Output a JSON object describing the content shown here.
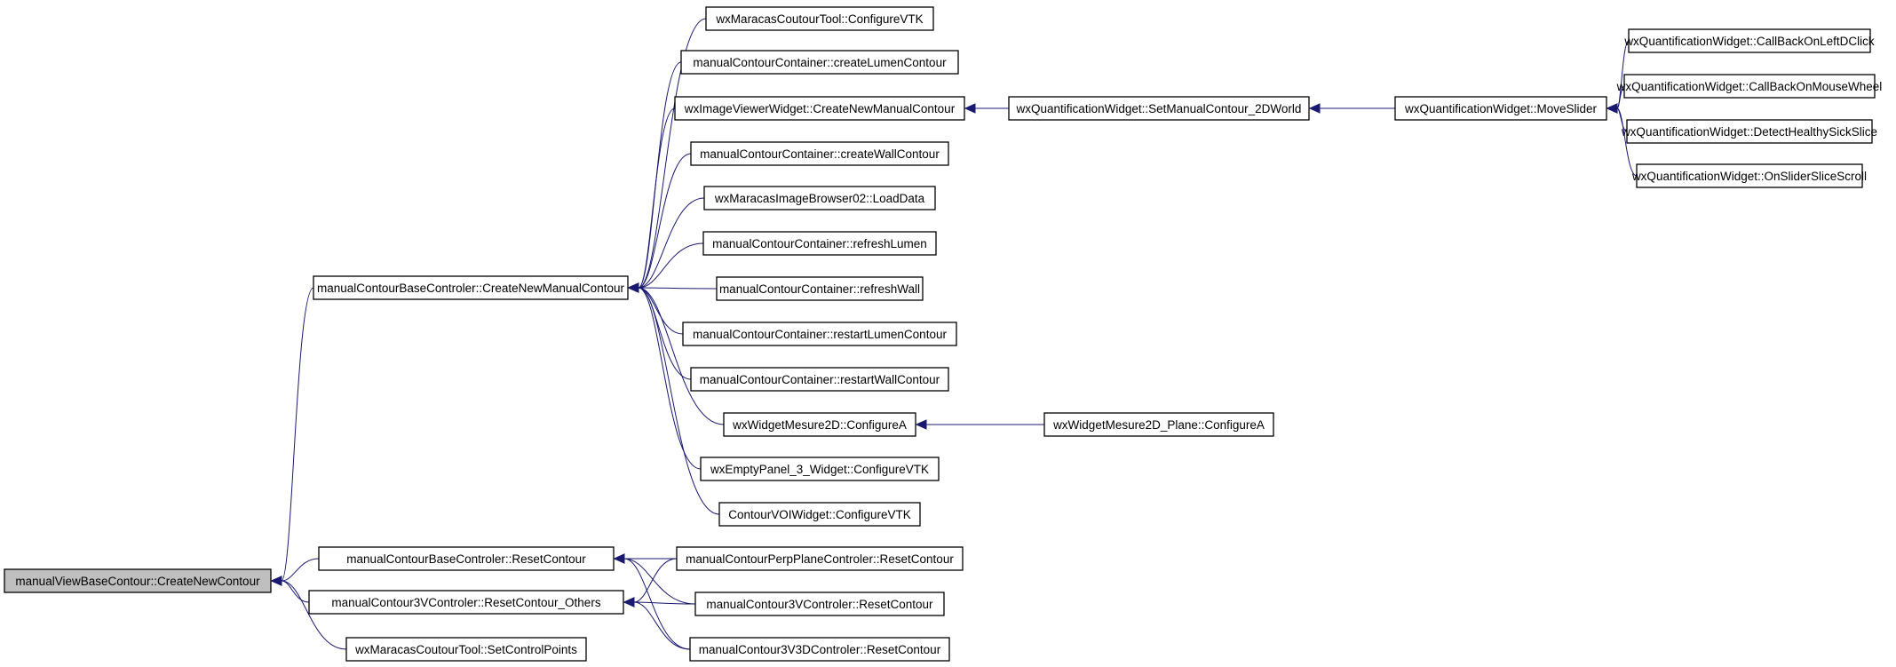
{
  "diagram": {
    "type": "call-graph",
    "root": "manualViewBaseContour::CreateNewContour",
    "colors": {
      "edge": "#191970",
      "root_fill": "#bfbfbf",
      "node_fill": "#ffffff",
      "border": "#000000"
    },
    "nodes": [
      {
        "id": "n_root",
        "label": "manualViewBaseContour::CreateNewContour",
        "root": true
      },
      {
        "id": "n_cbc_create",
        "label": "manualContourBaseControler::CreateNewManualContour"
      },
      {
        "id": "n_cbc_reset",
        "label": "manualContourBaseControler::ResetContour"
      },
      {
        "id": "n_3v_others",
        "label": "manualContour3VControler::ResetContour_Others"
      },
      {
        "id": "n_setcp",
        "label": "wxMaracasCoutourTool::SetControlPoints"
      },
      {
        "id": "n_mct_cfg",
        "label": "wxMaracasCoutourTool::ConfigureVTK"
      },
      {
        "id": "n_cc_lumen",
        "label": "manualContourContainer::createLumenContour"
      },
      {
        "id": "n_ivw_create",
        "label": "wxImageViewerWidget::CreateNewManualContour"
      },
      {
        "id": "n_cc_wall",
        "label": "manualContourContainer::createWallContour"
      },
      {
        "id": "n_mib_load",
        "label": "wxMaracasImageBrowser02::LoadData"
      },
      {
        "id": "n_cc_rlumen",
        "label": "manualContourContainer::refreshLumen"
      },
      {
        "id": "n_cc_rwall",
        "label": "manualContourContainer::refreshWall"
      },
      {
        "id": "n_cc_restlumen",
        "label": "manualContourContainer::restartLumenContour"
      },
      {
        "id": "n_cc_restwall",
        "label": "manualContourContainer::restartWallContour"
      },
      {
        "id": "n_wm2d_cfg",
        "label": "wxWidgetMesure2D::ConfigureA"
      },
      {
        "id": "n_ep3_cfg",
        "label": "wxEmptyPanel_3_Widget::ConfigureVTK"
      },
      {
        "id": "n_voi_cfg",
        "label": "ContourVOIWidget::ConfigureVTK"
      },
      {
        "id": "n_qw_set2d",
        "label": "wxQuantificationWidget::SetManualContour_2DWorld"
      },
      {
        "id": "n_qw_move",
        "label": "wxQuantificationWidget::MoveSlider"
      },
      {
        "id": "n_qw_ldclick",
        "label": "wxQuantificationWidget::CallBackOnLeftDClick"
      },
      {
        "id": "n_qw_wheel",
        "label": "wxQuantificationWidget::CallBackOnMouseWheel"
      },
      {
        "id": "n_qw_detect",
        "label": "wxQuantificationWidget::DetectHealthySickSlice"
      },
      {
        "id": "n_qw_scroll",
        "label": "wxQuantificationWidget::OnSliderSliceScroll"
      },
      {
        "id": "n_wm2dp_cfg",
        "label": "wxWidgetMesure2D_Plane::ConfigureA"
      },
      {
        "id": "n_ppc_reset",
        "label": "manualContourPerpPlaneControler::ResetContour"
      },
      {
        "id": "n_3v_reset",
        "label": "manualContour3VControler::ResetContour"
      },
      {
        "id": "n_3v3d_reset",
        "label": "manualContour3V3DControler::ResetContour"
      }
    ],
    "edges": [
      {
        "from": "n_cbc_create",
        "to": "n_root"
      },
      {
        "from": "n_cbc_reset",
        "to": "n_root"
      },
      {
        "from": "n_3v_others",
        "to": "n_root"
      },
      {
        "from": "n_setcp",
        "to": "n_root"
      },
      {
        "from": "n_mct_cfg",
        "to": "n_cbc_create"
      },
      {
        "from": "n_cc_lumen",
        "to": "n_cbc_create"
      },
      {
        "from": "n_ivw_create",
        "to": "n_cbc_create"
      },
      {
        "from": "n_cc_wall",
        "to": "n_cbc_create"
      },
      {
        "from": "n_mib_load",
        "to": "n_cbc_create"
      },
      {
        "from": "n_cc_rlumen",
        "to": "n_cbc_create"
      },
      {
        "from": "n_cc_rwall",
        "to": "n_cbc_create"
      },
      {
        "from": "n_cc_restlumen",
        "to": "n_cbc_create"
      },
      {
        "from": "n_cc_restwall",
        "to": "n_cbc_create"
      },
      {
        "from": "n_wm2d_cfg",
        "to": "n_cbc_create"
      },
      {
        "from": "n_ep3_cfg",
        "to": "n_cbc_create"
      },
      {
        "from": "n_voi_cfg",
        "to": "n_cbc_create"
      },
      {
        "from": "n_qw_set2d",
        "to": "n_ivw_create"
      },
      {
        "from": "n_qw_move",
        "to": "n_qw_set2d"
      },
      {
        "from": "n_qw_ldclick",
        "to": "n_qw_move"
      },
      {
        "from": "n_qw_wheel",
        "to": "n_qw_move"
      },
      {
        "from": "n_qw_detect",
        "to": "n_qw_move"
      },
      {
        "from": "n_qw_scroll",
        "to": "n_qw_move"
      },
      {
        "from": "n_wm2dp_cfg",
        "to": "n_wm2d_cfg"
      },
      {
        "from": "n_ppc_reset",
        "to": "n_cbc_reset"
      },
      {
        "from": "n_3v_reset",
        "to": "n_cbc_reset"
      },
      {
        "from": "n_3v3d_reset",
        "to": "n_cbc_reset"
      },
      {
        "from": "n_ppc_reset",
        "to": "n_3v_others"
      },
      {
        "from": "n_3v_reset",
        "to": "n_3v_others"
      },
      {
        "from": "n_3v3d_reset",
        "to": "n_3v_others"
      }
    ]
  }
}
